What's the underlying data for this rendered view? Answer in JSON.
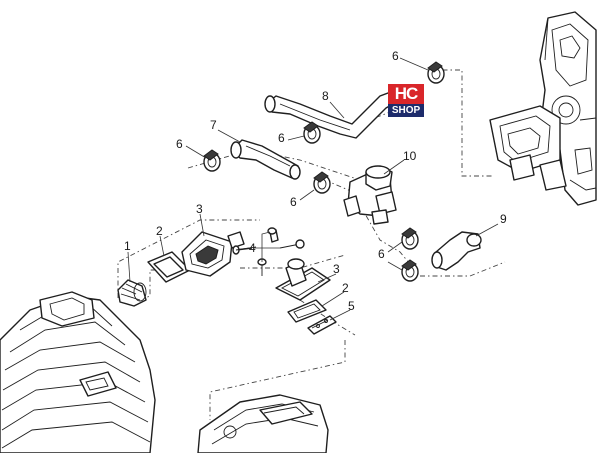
{
  "logo": {
    "top": "HC",
    "bottom": "SHOP"
  },
  "callouts": {
    "c1": "1",
    "c2a": "2",
    "c2b": "2",
    "c3a": "3",
    "c3b": "3",
    "c4": "4",
    "c5": "5",
    "c6a": "6",
    "c6b": "6",
    "c6c": "6",
    "c6d": "6",
    "c6e": "6",
    "c7": "7",
    "c8": "8",
    "c9": "9",
    "c10": "10"
  }
}
